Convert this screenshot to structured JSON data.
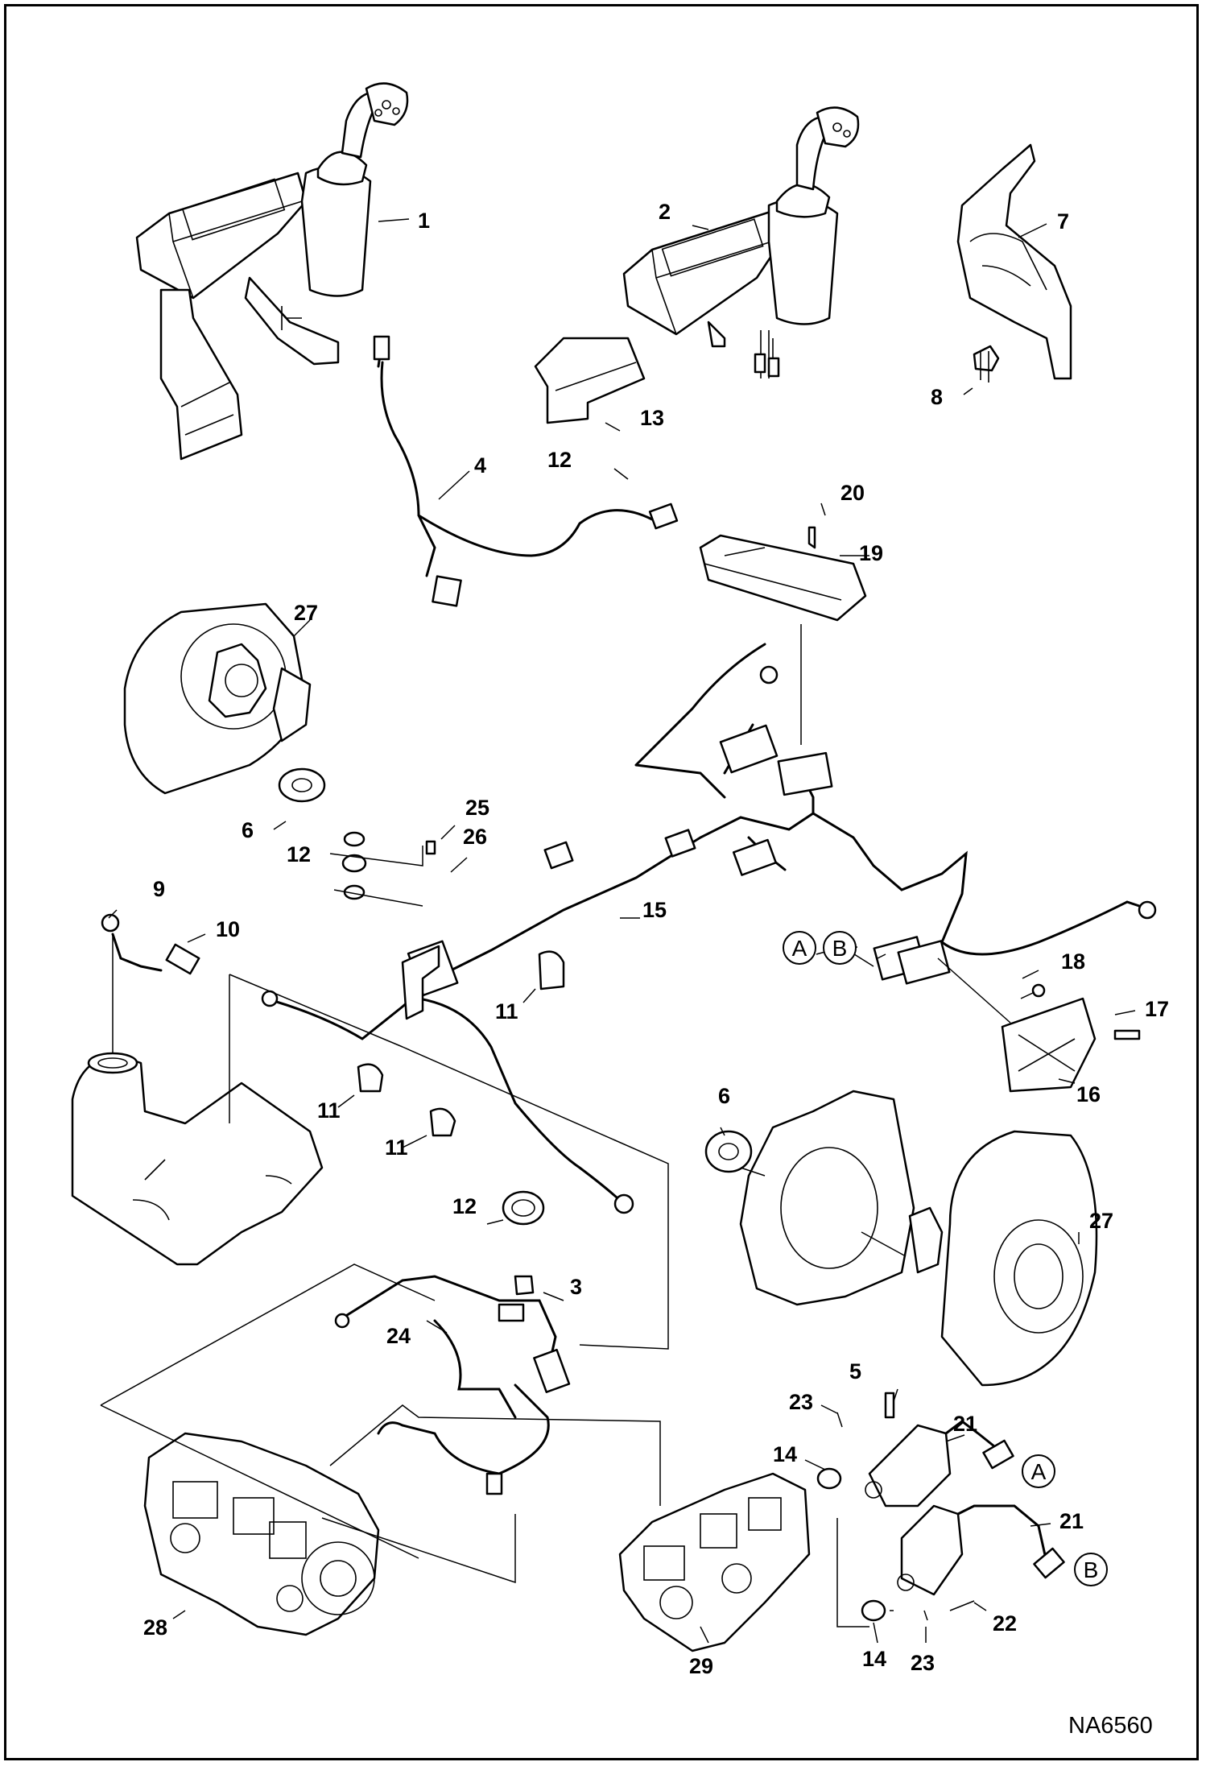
{
  "diagram": {
    "drawing_code": "NA6560",
    "connection_refs": [
      "A",
      "B"
    ],
    "callouts": [
      {
        "id": "c1",
        "label": "1"
      },
      {
        "id": "c2",
        "label": "2"
      },
      {
        "id": "c3",
        "label": "3"
      },
      {
        "id": "c4",
        "label": "4"
      },
      {
        "id": "c5",
        "label": "5"
      },
      {
        "id": "c6a",
        "label": "6"
      },
      {
        "id": "c6b",
        "label": "6"
      },
      {
        "id": "c7",
        "label": "7"
      },
      {
        "id": "c8",
        "label": "8"
      },
      {
        "id": "c9",
        "label": "9"
      },
      {
        "id": "c10",
        "label": "10"
      },
      {
        "id": "c11a",
        "label": "11"
      },
      {
        "id": "c11b",
        "label": "11"
      },
      {
        "id": "c11c",
        "label": "11"
      },
      {
        "id": "c12a",
        "label": "12"
      },
      {
        "id": "c12b",
        "label": "12"
      },
      {
        "id": "c12c",
        "label": "12"
      },
      {
        "id": "c13",
        "label": "13"
      },
      {
        "id": "c14a",
        "label": "14"
      },
      {
        "id": "c14b",
        "label": "14"
      },
      {
        "id": "c15",
        "label": "15"
      },
      {
        "id": "c16",
        "label": "16"
      },
      {
        "id": "c17",
        "label": "17"
      },
      {
        "id": "c18",
        "label": "18"
      },
      {
        "id": "c19",
        "label": "19"
      },
      {
        "id": "c20",
        "label": "20"
      },
      {
        "id": "c21a",
        "label": "21"
      },
      {
        "id": "c21b",
        "label": "21"
      },
      {
        "id": "c22",
        "label": "22"
      },
      {
        "id": "c23a",
        "label": "23"
      },
      {
        "id": "c23b",
        "label": "23"
      },
      {
        "id": "c24",
        "label": "24"
      },
      {
        "id": "c25",
        "label": "25"
      },
      {
        "id": "c26",
        "label": "26"
      },
      {
        "id": "c27a",
        "label": "27"
      },
      {
        "id": "c27b",
        "label": "27"
      },
      {
        "id": "c28",
        "label": "28"
      },
      {
        "id": "c29",
        "label": "29"
      }
    ]
  }
}
